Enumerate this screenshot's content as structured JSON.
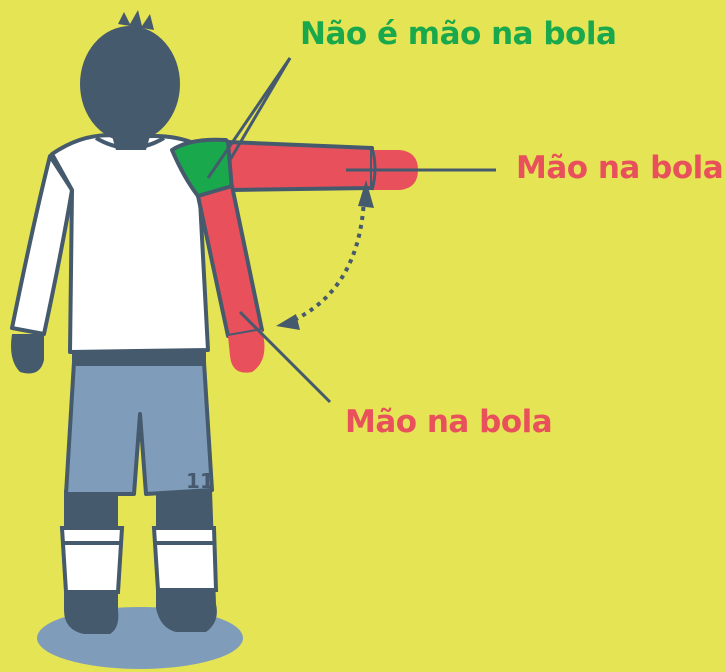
{
  "labels": {
    "not_handball": "Não é mão na bola",
    "handball_upper": "Mão na bola",
    "handball_lower": "Mão na bola"
  },
  "player": {
    "shirt_number": "11"
  },
  "colors": {
    "background": "#e5e454",
    "outline": "#465a6e",
    "skin_dark": "#465a6e",
    "shirt": "#ffffff",
    "shorts": "#7f9dba",
    "handball_red": "#e8505b",
    "not_handball_green": "#19a84b",
    "label_green": "#19a84b",
    "label_red": "#e8505b",
    "shadow": "#7f9dba"
  }
}
